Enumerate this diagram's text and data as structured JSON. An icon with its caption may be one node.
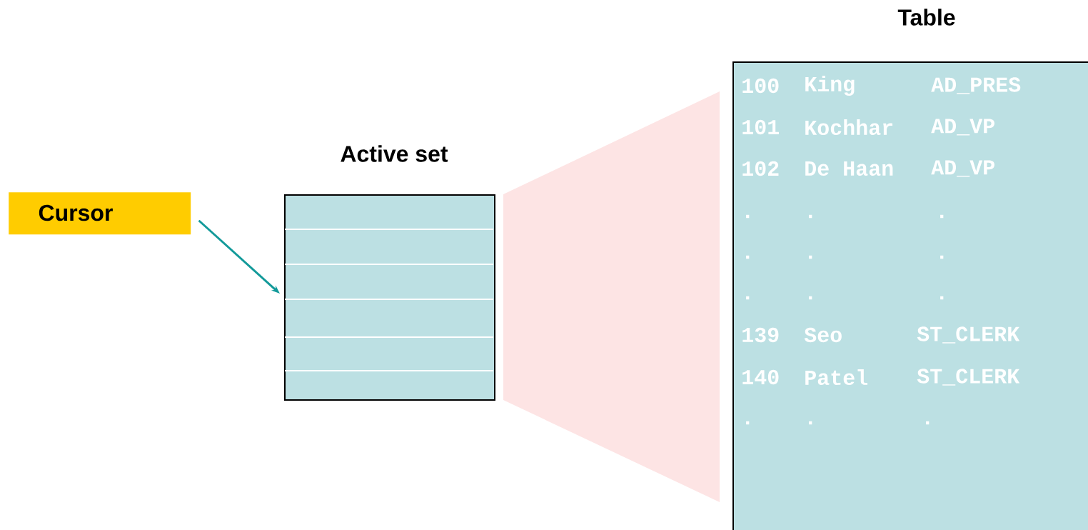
{
  "diagram": {
    "nodes": [
      {
        "text": [
          "Cursor"
        ]
      },
      {
        "text": [
          "Active set"
        ]
      },
      {
        "text": [
          "Table",
          "100",
          "King",
          "AD_PRES",
          "101",
          "Kochhar",
          "AD_VP",
          "102",
          "De Haan",
          "AD_VP",
          ".",
          ".",
          ".",
          ".",
          ".",
          ".",
          ".",
          ".",
          ".",
          "139",
          "Seo",
          "ST_CLERK",
          "140",
          "Patel",
          "ST_CLERK",
          ".",
          ".",
          "."
        ]
      }
    ],
    "edges": [
      {
        "from": 0,
        "to": 1,
        "arrow": "to"
      }
    ]
  }
}
